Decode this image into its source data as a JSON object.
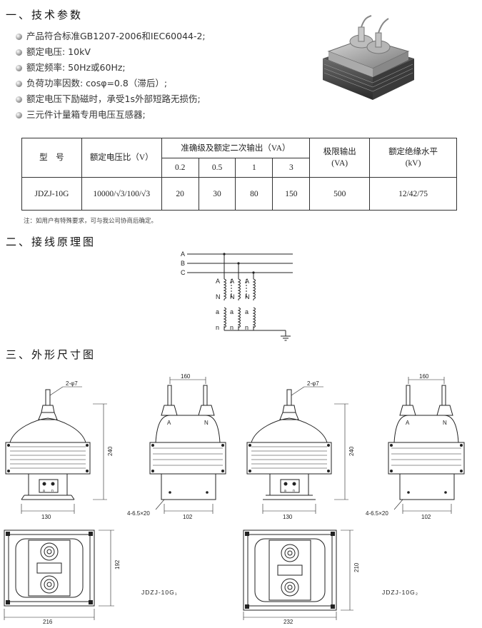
{
  "section1": {
    "title": "一、技术参数"
  },
  "bullets": [
    "产品符合标准GB1207-2006和IEC60044-2;",
    "额定电压: 10kV",
    "额定频率: 50Hz或60Hz;",
    "负荷功率因数: cosφ=0.8（滞后）;",
    "额定电压下励磁时，承受1s外部短路无损伤;",
    "三元件计量箱专用电压互感器;"
  ],
  "table": {
    "h_model": "型　号",
    "h_ratio": "额定电压比（V）",
    "h_accuracy": "准确级及额定二次输出（VA）",
    "h_limit": "极限输出\n(VA)",
    "h_insulation": "额定绝缘水平\n(kV)",
    "classes": [
      "0.2",
      "0.5",
      "1",
      "3"
    ],
    "row": {
      "model": "JDZJ-10G",
      "ratio": "10000/√3/100/√3",
      "outputs": [
        "20",
        "30",
        "80",
        "150"
      ],
      "limit": "500",
      "insulation": "12/42/75"
    }
  },
  "note": "注：如用户有特殊要求，可与我公司协商后确定。",
  "section2": {
    "title": "二、接线原理图"
  },
  "wiring": {
    "buses": [
      "A",
      "B",
      "C"
    ],
    "primary": [
      "A",
      "N"
    ],
    "secondary": [
      "a",
      "n"
    ]
  },
  "section3": {
    "title": "三、外形尺寸图"
  },
  "dims": {
    "phi_label": "2-φ7",
    "height": "240",
    "base_width": "130",
    "pitch": "160",
    "mount_label": "4-6.5×20",
    "mount_width": "102",
    "terminal_a": "A",
    "terminal_n": "N",
    "plate_a": "a",
    "plate_n": "n",
    "top1_height": "192",
    "top1_width": "216",
    "top2_height": "210",
    "top2_width": "232",
    "caption1": "JDZJ-10G₁",
    "caption2": "JDZJ-10G₂"
  }
}
